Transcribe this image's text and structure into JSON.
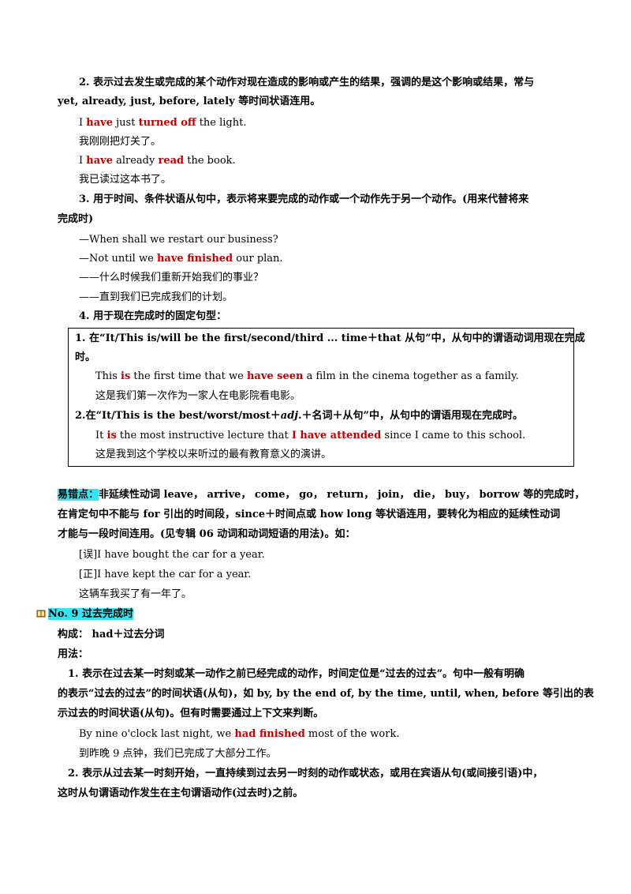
{
  "sec2": {
    "line1": "2. 表示过去发生或完成的某个动作对现在造成的影响或产生的结果，强调的是这个影响或结果，常与",
    "line2": "yet, already, just, before, lately 等时间状语连用。"
  },
  "ex1": {
    "s1": "I ",
    "s2": "have",
    "s3": " just ",
    "s4": "turned off",
    "s5": " the light."
  },
  "ex1_cn": "我刚刚把灯关了。",
  "ex2": {
    "s1": "I ",
    "s2": "have",
    "s3": " already ",
    "s4": "read",
    "s5": " the book."
  },
  "ex2_cn": "我已读过这本书了。",
  "sec3": {
    "line1": "3. 用于时间、条件状语从句中，表示将来要完成的动作或一个动作先于另一个动作。(用来代替将来",
    "line2": "完成时)"
  },
  "dlg": {
    "q": "—When shall we restart our business?",
    "a1": "—Not until we ",
    "a2": "have finished",
    "a3": " our plan.",
    "q_cn": "——什么时候我们重新开始我们的事业？",
    "a_cn": "——直到我们已完成我们的计划。"
  },
  "sec4": {
    "title": "4. 用于现在完成时的固定句型："
  },
  "box": {
    "p1_line1": "1. 在“It/This is/will be the first/second/third ... time＋that 从句”中，从句中的谓语动词用现在完成",
    "p1_line2": "时。",
    "e1": {
      "s1": "This ",
      "s2": "is",
      "s3": " the first time that we ",
      "s4": "have seen",
      "s5": " a film in the cinema together as a family."
    },
    "e1_cn": "这是我们第一次作为一家人在电影院看电影。",
    "p2": {
      "s1": "2.在“It/This is the best/worst/most＋",
      "s2": "adj",
      "s3": ".＋名词＋从句”中，从句中的谓语用现在完成时。"
    },
    "e2": {
      "s1": "It ",
      "s2": "is",
      "s3": " the most instructive lecture that ",
      "s4": "I have attended",
      "s5": " since I came to this school."
    },
    "e2_cn": "这是我到这个学校以来听过的最有教育意义的演讲。"
  },
  "note": {
    "label": "易错点：",
    "line1": "非延续性动词 leave， arrive， come， go， return， join， die， buy， borrow 等的完成时，",
    "line2": "在肯定句中不能与 for 引出的时间段，since＋时间点或 how long 等状语连用，要转化为相应的延续性动词",
    "line3": "才能与一段时间连用。(见专辑 06  动词和动词短语的用法)。如：",
    "wrong": "[误]I have bought the  car  for a year.",
    "right": "[正]I have kept the  car  for a year.",
    "cn": "这辆车我买了有一年了。"
  },
  "no9": {
    "title": " No.  9   过去完成时",
    "icon": "book-icon",
    "form": "构成： had＋过去分词",
    "usage": "用法：",
    "u1_line1": "1. 表示在过去某一时刻或某一动作之前已经完成的动作，时间定位是“过去的过去”。句中一般有明确",
    "u1_line2": "的表示“过去的过去”的时间状语(从句)，如 by, by the end of, by the time, until, when, before 等引出的表",
    "u1_line3": "示过去的时间状语(从句)。但有时需要通过上下文来判断。",
    "e1": {
      "s1": "By nine o'clock last night, we ",
      "s2": "had finished",
      "s3": " most of the work."
    },
    "e1_cn": "到昨晚 9 点钟，我们已完成了大部分工作。",
    "u2_line1": "2. 表示从过去某一时刻开始，一直持续到过去另一时刻的动作或状态，或用在宾语从句(或间接引语)中，",
    "u2_line2": "这时从句谓语动作发生在主句谓语动作(过去时)之前。"
  },
  "colors": {
    "red": "#c00000",
    "highlight": "#33e5f2"
  }
}
